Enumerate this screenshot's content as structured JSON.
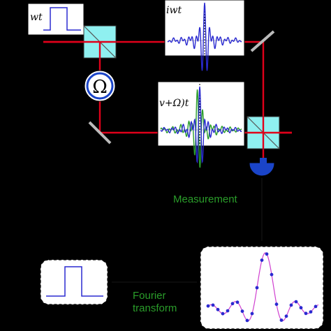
{
  "labels": {
    "input_pulse": "wt",
    "reference_path": "iwt",
    "shifted_path": "v+Ω)t",
    "frequency_shifter": "Ω",
    "measurement": "Measurement",
    "fourier_line1": "Fourier",
    "fourier_line2": "transform"
  },
  "colors": {
    "beam": "#e0001a",
    "beamsplitter": "#8ff0f0",
    "detector": "#1a44c8",
    "wave_blue": "#2a2ad0",
    "wave_green": "#2a9d2a",
    "points": "#2a2ad0",
    "fit_line": "#d040d0",
    "label_green": "#2a9d2a"
  }
}
